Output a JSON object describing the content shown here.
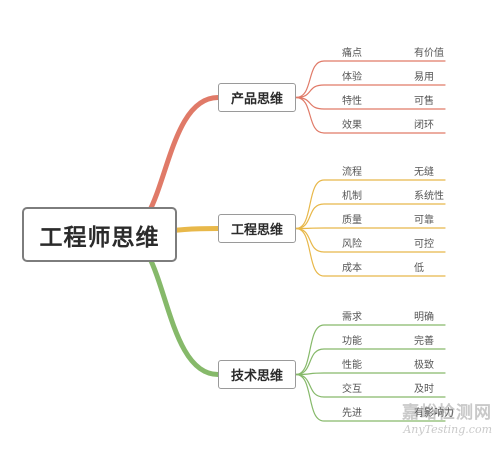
{
  "root": {
    "label": "工程师思维"
  },
  "branches": [
    {
      "label": "产品思维",
      "color": "#e07a68",
      "leaves": [
        {
          "term": "痛点",
          "value": "有价值"
        },
        {
          "term": "体验",
          "value": "易用"
        },
        {
          "term": "特性",
          "value": "可售"
        },
        {
          "term": "效果",
          "value": "闭环"
        }
      ]
    },
    {
      "label": "工程思维",
      "color": "#e8b84a",
      "leaves": [
        {
          "term": "流程",
          "value": "无缝"
        },
        {
          "term": "机制",
          "value": "系统性"
        },
        {
          "term": "质量",
          "value": "可靠"
        },
        {
          "term": "风险",
          "value": "可控"
        },
        {
          "term": "成本",
          "value": "低"
        }
      ]
    },
    {
      "label": "技术思维",
      "color": "#86b96a",
      "leaves": [
        {
          "term": "需求",
          "value": "明确"
        },
        {
          "term": "功能",
          "value": "完善"
        },
        {
          "term": "性能",
          "value": "极致"
        },
        {
          "term": "交互",
          "value": "及时"
        },
        {
          "term": "先进",
          "value": "有影响力"
        }
      ]
    }
  ],
  "watermark": {
    "cn": "嘉峪检测网",
    "en": "AnyTesting.com"
  }
}
